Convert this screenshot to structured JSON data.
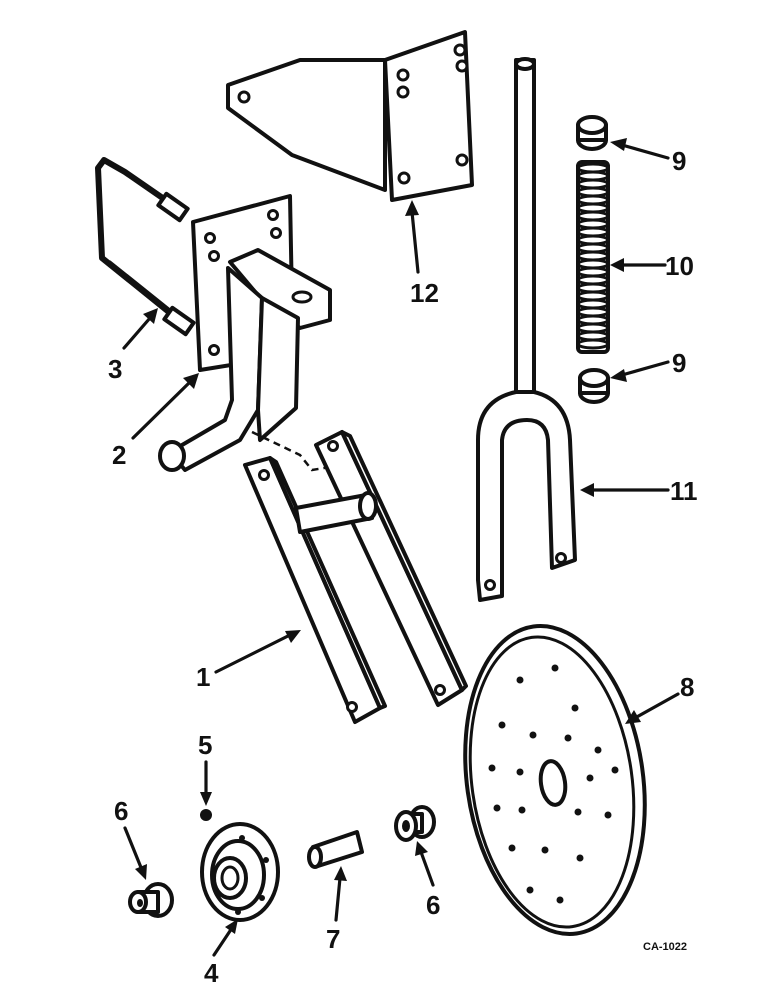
{
  "callouts": [
    {
      "id": "1",
      "label": "1"
    },
    {
      "id": "2",
      "label": "2"
    },
    {
      "id": "3",
      "label": "3"
    },
    {
      "id": "4",
      "label": "4"
    },
    {
      "id": "5",
      "label": "5"
    },
    {
      "id": "6a",
      "label": "6"
    },
    {
      "id": "6b",
      "label": "6"
    },
    {
      "id": "7",
      "label": "7"
    },
    {
      "id": "8",
      "label": "8"
    },
    {
      "id": "9a",
      "label": "9"
    },
    {
      "id": "9b",
      "label": "9"
    },
    {
      "id": "10",
      "label": "10"
    },
    {
      "id": "11",
      "label": "11"
    },
    {
      "id": "12",
      "label": "12"
    }
  ],
  "drawing_code": "CA-1022"
}
